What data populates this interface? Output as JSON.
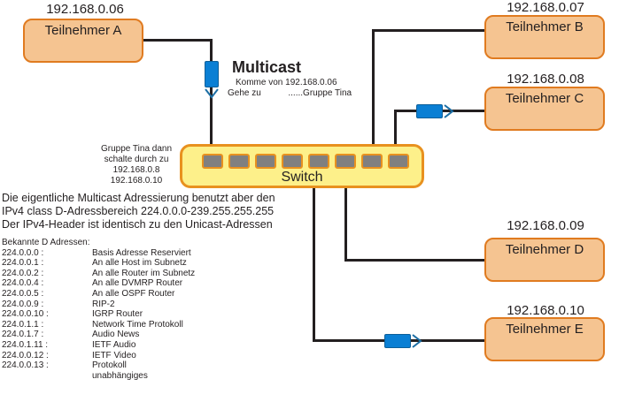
{
  "nodes": [
    {
      "name": "Teilnehmer A",
      "ip": "192.168.0.06"
    },
    {
      "name": "Teilnehmer B",
      "ip": "192.168.0.07"
    },
    {
      "name": "Teilnehmer C",
      "ip": "192.168.0.08"
    },
    {
      "name": "Teilnehmer D",
      "ip": "192.168.0.09"
    },
    {
      "name": "Teilnehmer E",
      "ip": "192.168.0.10"
    }
  ],
  "switch": {
    "label": "Switch",
    "port_count": 8
  },
  "multicast": {
    "title": "Multicast",
    "line1": "Komme von 192.168.0.06",
    "line2": "Gehe zu        ......Gruppe Tina"
  },
  "group_note": [
    "Gruppe Tina dann",
    "schalte durch zu",
    "192.168.0.8",
    "192.168.0.10"
  ],
  "info_text": [
    "Die eigentliche Multicast Adressierung benutzt aber den",
    "IPv4 class D-Adressbereich 224.0.0.0-239.255.255.255",
    "Der IPv4-Header ist identisch zu den Unicast-Adressen"
  ],
  "known_addresses": {
    "heading": "Bekannte D Adressen:",
    "rows": [
      {
        "addr": "224.0.0.0 :",
        "desc": "Basis Adresse Reserviert"
      },
      {
        "addr": "224.0.0.1 :",
        "desc": "An alle Host im Subnetz"
      },
      {
        "addr": "224.0.0.2 :",
        "desc": "An alle Router im Subnetz"
      },
      {
        "addr": "224.0.0.4 :",
        "desc": "An alle DVMRP Router"
      },
      {
        "addr": "224.0.0.5 :",
        "desc": "An alle OSPF Router"
      },
      {
        "addr": "224.0.0.9 :",
        "desc": "RIP-2"
      },
      {
        "addr": "224.0.0.10 :",
        "desc": "IGRP Router"
      },
      {
        "addr": "224.0.1.1 :",
        "desc": "Network Time Protokoll"
      },
      {
        "addr": "224.0.1.7 :",
        "desc": "Audio News"
      },
      {
        "addr": "224.0.1.11 :",
        "desc": "IETF Audio"
      },
      {
        "addr": "224.0.0.12 :",
        "desc": "IETF Video"
      },
      {
        "addr": "224.0.0.13 :",
        "desc": "Protokoll"
      },
      {
        "addr": "",
        "desc": "unabhängiges"
      }
    ]
  },
  "colors": {
    "node_fill": "#f5c491",
    "node_border": "#e07b20",
    "switch_fill": "#fdf08a",
    "packet": "#0a7fd4"
  }
}
